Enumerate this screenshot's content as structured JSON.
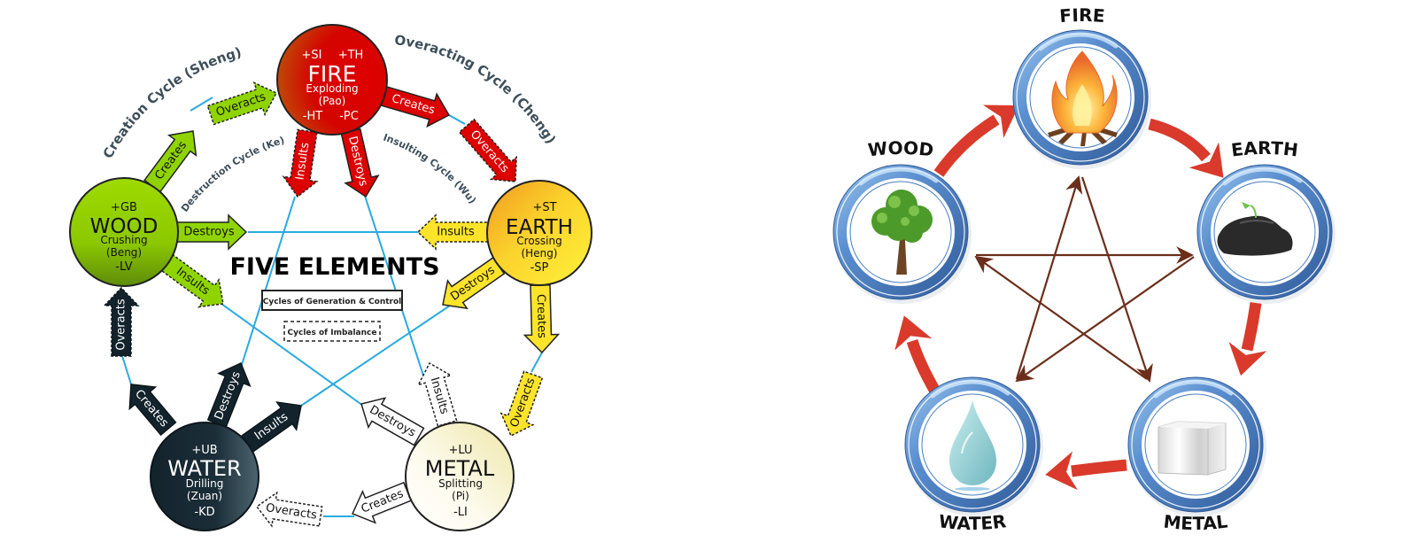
{
  "left_diagram": {
    "title": "FIVE ELEMENTS",
    "legend": {
      "solid": "Cycles of Generation & Control",
      "dashed": "Cycles of Imbalance"
    },
    "cycle_labels": {
      "creation": "Creation Cycle (Sheng)",
      "overacting": "Overacting Cycle (Cheng)",
      "destruction": "Destruction Cycle (Ke)",
      "insulting": "Insulting Cycle (Wu)"
    },
    "colors": {
      "line": "#29aae1",
      "wood": "#8fd400",
      "fire": "#dd0000",
      "earth": "#fde42a",
      "metal": "#fffff0",
      "water": "#13232c",
      "cycle_text": "#3d4f5a"
    },
    "elements": {
      "fire": {
        "name": "FIRE",
        "top_left": "+SI",
        "top_right": "+TH",
        "action": "Exploding",
        "chinese": "(Pao)",
        "bottom_left": "-HT",
        "bottom_right": "-PC"
      },
      "earth": {
        "name": "EARTH",
        "top": "+ST",
        "action": "Crossing",
        "chinese": "(Heng)",
        "bottom": "-SP"
      },
      "metal": {
        "name": "METAL",
        "top": "+LU",
        "action": "Splitting",
        "chinese": "(Pi)",
        "bottom": "-LI"
      },
      "water": {
        "name": "WATER",
        "top": "+UB",
        "action": "Drilling",
        "chinese": "(Zuan)",
        "bottom": "-KD"
      },
      "wood": {
        "name": "WOOD",
        "top": "+GB",
        "action": "Crushing",
        "chinese": "(Beng)",
        "bottom": "-LV"
      }
    },
    "arrows": {
      "creates": "Creates",
      "destroys": "Destroys",
      "overacts": "Overacts",
      "insults": "Insults"
    }
  },
  "right_diagram": {
    "colors": {
      "ring": "#4a7fc1",
      "generation_arrow": "#d93a2b",
      "control_arrow": "#6b2e1a"
    },
    "elements": [
      {
        "key": "fire",
        "label": "FIRE",
        "icon": "campfire-icon"
      },
      {
        "key": "earth",
        "label": "EARTH",
        "icon": "rock-with-sprout-icon"
      },
      {
        "key": "metal",
        "label": "METAL",
        "icon": "metal-block-icon"
      },
      {
        "key": "water",
        "label": "WATER",
        "icon": "water-drop-icon"
      },
      {
        "key": "wood",
        "label": "WOOD",
        "icon": "tree-icon"
      }
    ]
  }
}
